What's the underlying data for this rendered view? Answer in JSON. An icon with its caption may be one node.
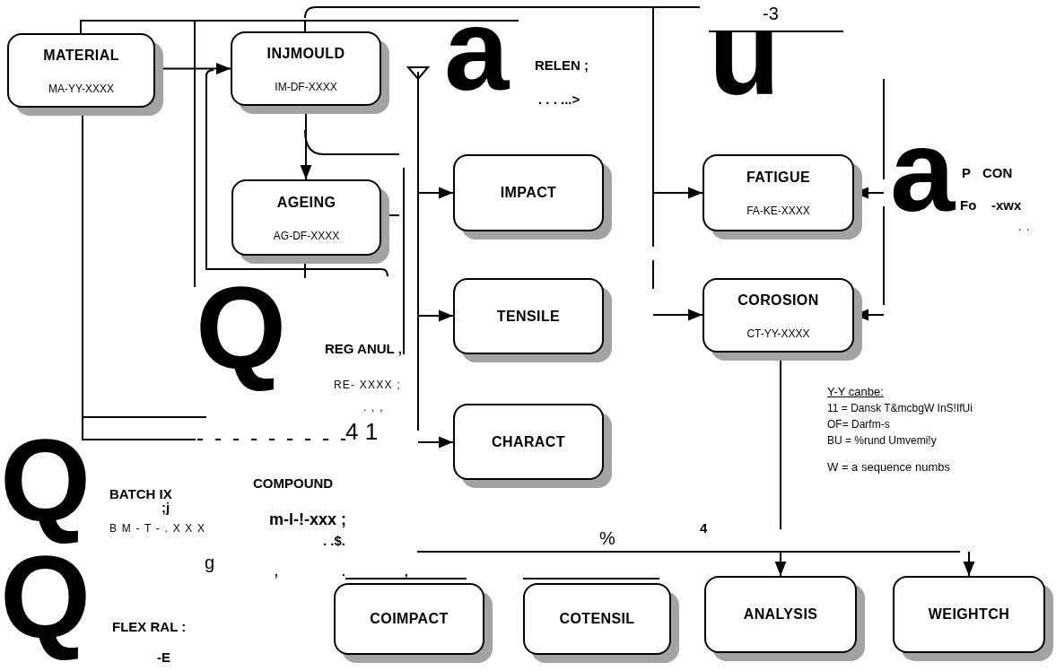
{
  "diagram": {
    "nodes": [
      {
        "text": [
          "MATERIAL",
          "MA-YY-XXXX"
        ]
      },
      {
        "text": [
          "INJMOULD",
          "IM-DF-XXXX"
        ]
      },
      {
        "text": [
          "AGEING",
          "AG-DF-XXXX"
        ]
      },
      {
        "text": [
          "IMPACT"
        ]
      },
      {
        "text": [
          "FATIGUE",
          "FA-KE-XXXX"
        ]
      },
      {
        "text": [
          "TENSILE"
        ]
      },
      {
        "text": [
          "COROSION",
          "CT-YY-XXXX"
        ]
      },
      {
        "text": [
          "CHARACT"
        ]
      },
      {
        "text": [
          "COIMPACT"
        ]
      },
      {
        "text": [
          "COTENSIL"
        ]
      },
      {
        "text": [
          "ANALYSIS"
        ]
      },
      {
        "text": [
          "WEIGHTCH"
        ]
      }
    ],
    "edges": [
      {
        "from": 0,
        "to": 1,
        "arrow": "to"
      },
      {
        "from": 1,
        "to": 2,
        "arrow": "to"
      },
      {
        "from": null,
        "to": 3,
        "arrow": "to"
      },
      {
        "from": null,
        "to": 5,
        "arrow": "to"
      },
      {
        "from": null,
        "to": 7,
        "arrow": "to"
      },
      {
        "from": null,
        "to": 4,
        "arrow": "to"
      },
      {
        "from": null,
        "to": 4,
        "arrow": "to"
      },
      {
        "from": null,
        "to": 6,
        "arrow": "to"
      },
      {
        "from": null,
        "to": 6,
        "arrow": "to"
      },
      {
        "from": null,
        "to": 10,
        "arrow": "to"
      },
      {
        "from": null,
        "to": 11,
        "arrow": "to"
      },
      {
        "from": 0,
        "to": 1,
        "arrow": "none"
      }
    ],
    "labels": [
      "a",
      "RELEN ;",
      ". . . ...>",
      "-3",
      "u",
      "a",
      "P",
      "CON",
      "Fo",
      "-xwx",
      ". .",
      "REG ANUL ,",
      "RE- XXXX ;",
      ". , ,",
      "Q",
      "4 1",
      "Q",
      "BATCH IX",
      "COMPOUND",
      ";j",
      "B M - T - . X X X",
      "m-l-!-xxx ;",
      ". .$.",
      "4",
      "g",
      ",",
      ".",
      ",",
      "%",
      "Q",
      "FLEX RAL :",
      "-E",
      "Y-Y canbe:",
      "11 = Dansk T&mcbgW InS!IfUi",
      "OF= Darfm-s",
      "BU = %rund Umvemi!y",
      "W = a sequence numbs"
    ]
  }
}
